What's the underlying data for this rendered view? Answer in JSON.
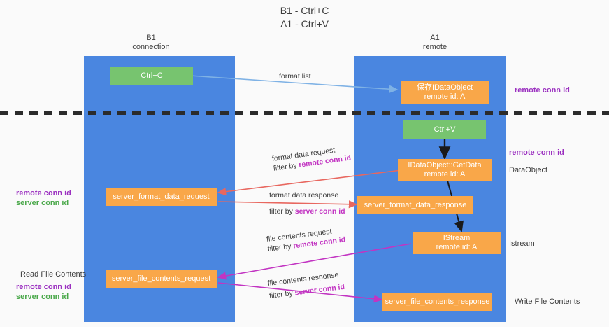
{
  "title": "B1 - Ctrl+C\nA1 - Ctrl+V",
  "columns": [
    {
      "name": "left-column-header",
      "text": "B1\nconnection"
    },
    {
      "name": "right-column-header",
      "text": "A1\nremote"
    }
  ],
  "nodes": {
    "ctrl_c": "Ctrl+C",
    "save_idataobject": "保存IDataObject\nremote id: A",
    "ctrl_v": "Ctrl+V",
    "idataobject_getdata": "IDataObject::GetData\nremote id: A",
    "server_format_data_request": "server_format_data_request",
    "server_format_data_response": "server_format_data_response",
    "istream": "IStream\nremote id: A",
    "server_file_contents_request": "server_file_contents_request",
    "server_file_contents_response": "server_file_contents_response"
  },
  "side_labels": {
    "remote_conn_id_top": "remote conn id",
    "remote_conn_id_mid": "remote conn id",
    "dataobject": "DataObject",
    "istream": "Istream",
    "write_file_contents": "Write File Contents",
    "left_remote_conn_id": "remote conn id",
    "left_server_conn_id": "server conn id",
    "read_file_contents": "Read File Contents",
    "left_remote_conn_id_2": "remote conn id",
    "left_server_conn_id_2": "server conn id"
  },
  "edge_labels": {
    "format_list": "format list",
    "format_data_request": "format data request",
    "format_data_request_filter_prefix": "filter by ",
    "format_data_request_filter_key": "remote conn id",
    "format_data_response": "format data response",
    "format_data_response_filter_prefix": "filter by ",
    "format_data_response_filter_key": "server conn id",
    "file_contents_request": "file contents request",
    "file_contents_request_filter_prefix": "filter by ",
    "file_contents_request_filter_key": "remote conn id",
    "file_contents_response": "file contents response",
    "file_contents_response_filter_prefix": "filter by ",
    "file_contents_response_filter_key": "server conn id"
  },
  "colors": {
    "lane": "#4a86e0",
    "node_orange": "#f9a749",
    "node_green": "#77c46f",
    "arrow_lightblue": "#7fb2e5",
    "arrow_red": "#e8675f",
    "arrow_magenta": "#c234c2",
    "arrow_black": "#1a1a1a",
    "divider": "#2b2b2b",
    "highlight_purple": "#9b30c0",
    "highlight_green": "#4aa84a"
  }
}
